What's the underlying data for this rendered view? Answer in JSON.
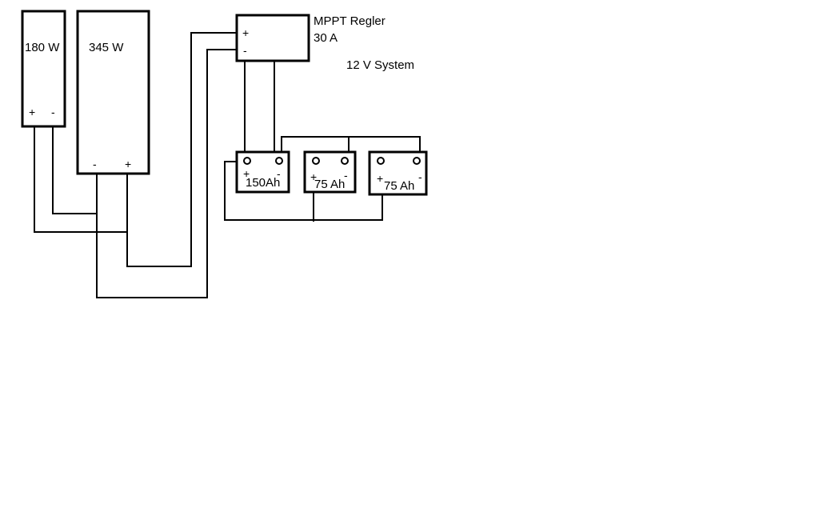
{
  "panels": {
    "panel_180": {
      "label": "180 W",
      "plus": "+",
      "minus": "-"
    },
    "panel_345": {
      "label": "345 W",
      "plus": "+",
      "minus": "-"
    }
  },
  "controller": {
    "title": "MPPT Regler",
    "rating": "30 A",
    "plus": "+",
    "minus": "-"
  },
  "system": {
    "voltage_note": "12 V System"
  },
  "batteries": [
    {
      "label": "150Ah",
      "plus": "+",
      "minus": "-"
    },
    {
      "label": "75 Ah",
      "plus": "+",
      "minus": "-"
    },
    {
      "label": "75 Ah",
      "plus": "+",
      "minus": "-"
    }
  ]
}
